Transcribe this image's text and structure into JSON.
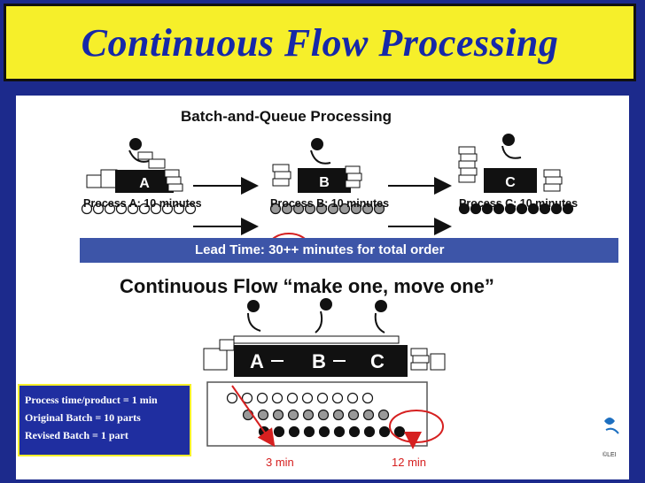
{
  "title": "Continuous Flow Processing",
  "batch_section": {
    "heading": "Batch-and-Queue Processing",
    "stations": [
      {
        "letter": "A",
        "label": "Process A: 10 minutes"
      },
      {
        "letter": "B",
        "label": "Process B: 10 minutes"
      },
      {
        "letter": "C",
        "label": "Process C: 10 minutes"
      }
    ],
    "lead_time": "Lead Time: 30++ minutes for total order"
  },
  "flow_section": {
    "heading": "Continuous Flow “make one, move one”",
    "stations": [
      "A",
      "B",
      "C"
    ],
    "time_labels": [
      "3 min",
      "12 min"
    ]
  },
  "info_box": {
    "line1": "Process time/product = 1 min",
    "line2": "Original Batch = 10 parts",
    "line3": "Revised Batch =    1 part"
  },
  "logo_text": "©LEI",
  "colors": {
    "background": "#1c2a8c",
    "title_bar": "#f6ef2a",
    "title_text": "#1628a8",
    "lead_bar": "#3d55a8",
    "highlight": "#d62020"
  }
}
